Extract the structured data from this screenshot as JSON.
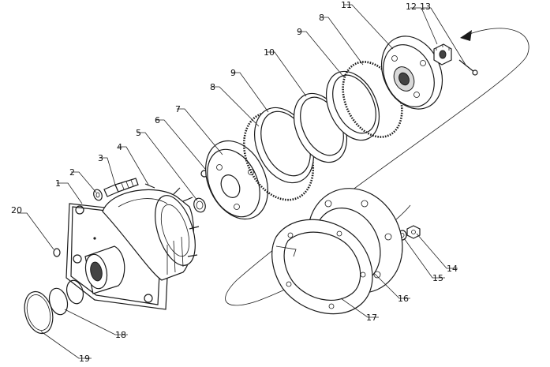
{
  "callouts": [
    {
      "id": "1",
      "label": "1"
    },
    {
      "id": "2",
      "label": "2"
    },
    {
      "id": "3",
      "label": "3"
    },
    {
      "id": "4",
      "label": "4"
    },
    {
      "id": "5",
      "label": "5"
    },
    {
      "id": "6",
      "label": "6"
    },
    {
      "id": "7",
      "label": "7"
    },
    {
      "id": "8a",
      "label": "8"
    },
    {
      "id": "9a",
      "label": "9"
    },
    {
      "id": "10",
      "label": "10"
    },
    {
      "id": "9b",
      "label": "9"
    },
    {
      "id": "8b",
      "label": "8"
    },
    {
      "id": "11",
      "label": "11"
    },
    {
      "id": "12",
      "label": "12"
    },
    {
      "id": "13",
      "label": "13"
    },
    {
      "id": "14",
      "label": "14"
    },
    {
      "id": "15",
      "label": "15"
    },
    {
      "id": "16",
      "label": "16"
    },
    {
      "id": "17",
      "label": "17"
    },
    {
      "id": "18",
      "label": "18"
    },
    {
      "id": "19",
      "label": "19"
    },
    {
      "id": "20",
      "label": "20"
    }
  ]
}
